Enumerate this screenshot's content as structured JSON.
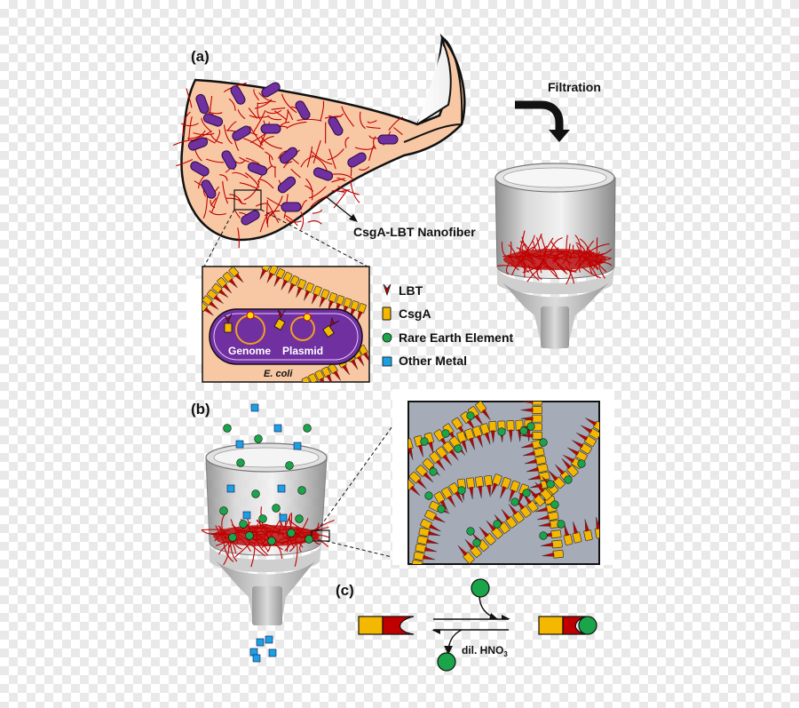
{
  "panels": {
    "a": "(a)",
    "b": "(b)",
    "c": "(c)"
  },
  "labels": {
    "filtration": "Filtration",
    "nanofiber": "CsgA-LBT Nanofiber",
    "genome": "Genome",
    "plasmid": "Plasmid",
    "ecoli": "E. coli",
    "elution_prefix": "dil. HNO",
    "elution_sub": "3"
  },
  "legend": [
    {
      "icon": "lbt-icon",
      "label": "LBT"
    },
    {
      "icon": "csga-icon",
      "label": "CsgA"
    },
    {
      "icon": "rare-earth-icon",
      "label": "Rare Earth Element"
    },
    {
      "icon": "other-metal-icon",
      "label": "Other Metal"
    }
  ],
  "colors": {
    "culture": "#f8c7a4",
    "bacteria": "#7030a0",
    "fiber": "#c00000",
    "csga": "#f5b800",
    "rare_earth": "#1aa54a",
    "other_metal": "#1ba1e2",
    "zoom_bg": "#a6abb8"
  }
}
